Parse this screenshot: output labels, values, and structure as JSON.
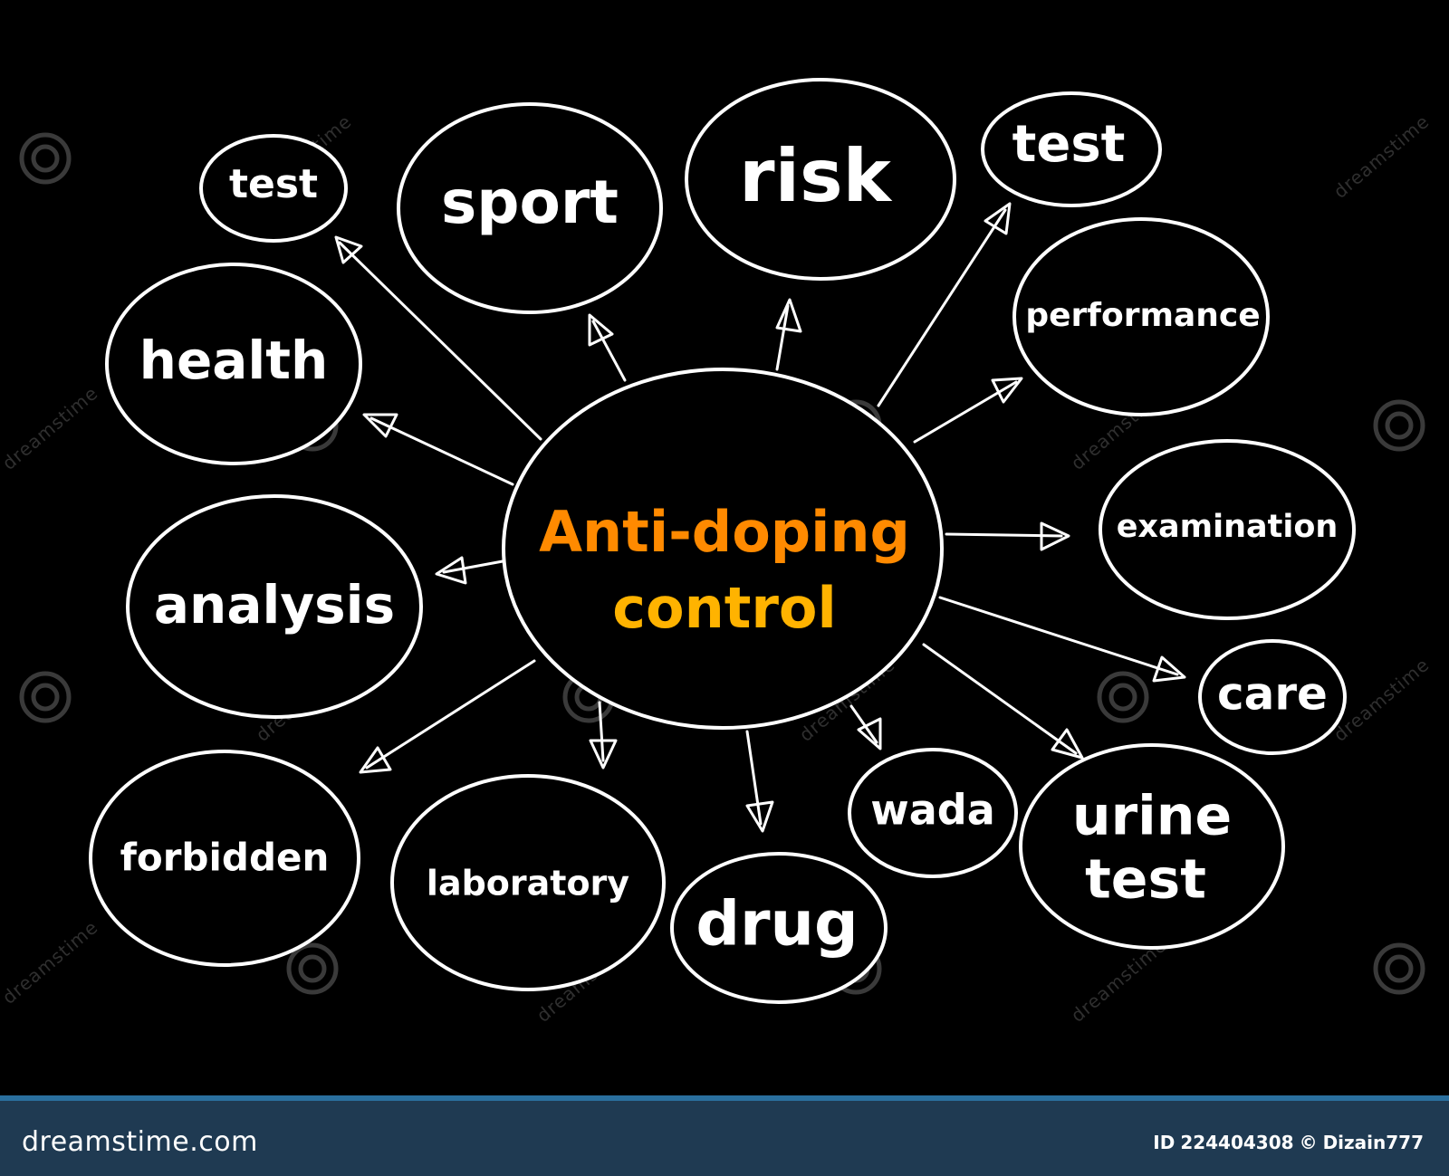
{
  "diagram": {
    "center": {
      "line1": "Anti-doping",
      "line2": "control"
    },
    "nodes": [
      {
        "id": "test-top-left",
        "label": "test"
      },
      {
        "id": "sport",
        "label": "sport"
      },
      {
        "id": "risk",
        "label": "risk"
      },
      {
        "id": "test-top-right",
        "label": "test"
      },
      {
        "id": "health",
        "label": "health"
      },
      {
        "id": "performance",
        "label": "performance"
      },
      {
        "id": "examination",
        "label": "examination"
      },
      {
        "id": "analysis",
        "label": "analysis"
      },
      {
        "id": "care",
        "label": "care"
      },
      {
        "id": "forbidden",
        "label": "forbidden"
      },
      {
        "id": "laboratory",
        "label": "laboratory"
      },
      {
        "id": "drug",
        "label": "drug"
      },
      {
        "id": "wada",
        "label": "wada"
      },
      {
        "id": "urine-test",
        "line1": "urine",
        "line2": "test"
      }
    ]
  },
  "watermark": {
    "text": "dreamstime"
  },
  "footer": {
    "site": "dreamstime.com",
    "id_label": "ID",
    "id_value": "224404308",
    "copyright_symbol": "©",
    "author": "Dizain777"
  },
  "colors": {
    "background": "#000000",
    "stroke": "#ffffff",
    "center_text_top": "#ff8a00",
    "center_text_bottom": "#ffc400",
    "footer_bg": "#1f3a52",
    "footer_accent": "#2a6f9e"
  }
}
